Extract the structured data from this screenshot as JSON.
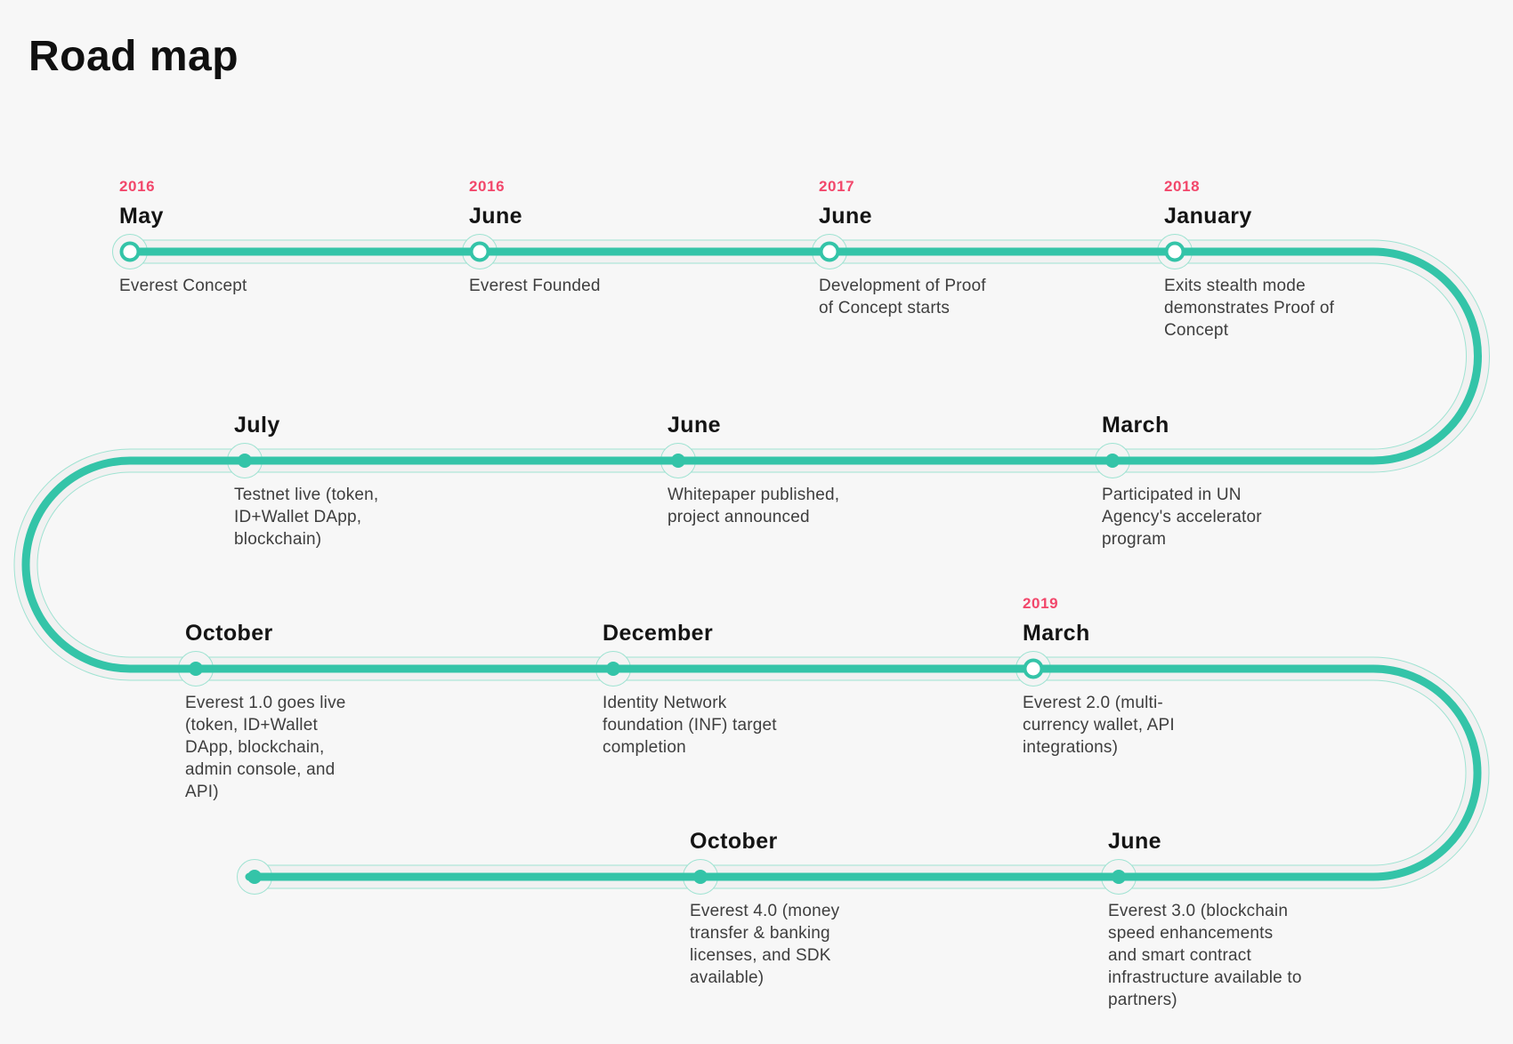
{
  "page": {
    "title": "Road map",
    "background_color": "#f7f7f7"
  },
  "colors": {
    "timeline_teal": "#34c4a8",
    "timeline_hairline": "#9fe3d2",
    "timeline_track_fill": "#f1f1f1",
    "year_pink": "#f2476b",
    "heading_text": "#141414",
    "body_text": "#3e3e3e"
  },
  "timeline": {
    "rows": [
      {
        "milestones": [
          {
            "year": "2016",
            "month": "May",
            "description": "Everest Concept",
            "marker": "open"
          },
          {
            "year": "2016",
            "month": "June",
            "description": "Everest Founded",
            "marker": "open"
          },
          {
            "year": "2017",
            "month": "June",
            "description": "Development of Proof of Concept starts",
            "marker": "open"
          },
          {
            "year": "2018",
            "month": "January",
            "description": "Exits stealth mode demonstrates Proof of Concept",
            "marker": "open"
          }
        ]
      },
      {
        "milestones": [
          {
            "month": "July",
            "description": "Testnet live (token, ID+Wallet DApp, blockchain)",
            "marker": "solid"
          },
          {
            "month": "June",
            "description": "Whitepaper published, project announced",
            "marker": "solid"
          },
          {
            "month": "March",
            "description": "Participated in UN Agency's accelerator program",
            "marker": "solid"
          }
        ]
      },
      {
        "milestones": [
          {
            "month": "October",
            "description": "Everest 1.0 goes live (token, ID+Wallet DApp, blockchain, admin console, and API)",
            "marker": "solid"
          },
          {
            "month": "December",
            "description": "Identity Network foundation (INF) target completion",
            "marker": "solid"
          },
          {
            "year": "2019",
            "month": "March",
            "description": "Everest 2.0 (multi-currency wallet, API integrations)",
            "marker": "open"
          }
        ]
      },
      {
        "milestones": [
          {
            "month": "October",
            "description": "Everest 4.0 (money transfer & banking licenses, and SDK available)",
            "marker": "solid"
          },
          {
            "month": "June",
            "description": "Everest 3.0 (blockchain speed enhancements and smart contract infrastructure available to partners)",
            "marker": "solid"
          }
        ]
      }
    ]
  }
}
